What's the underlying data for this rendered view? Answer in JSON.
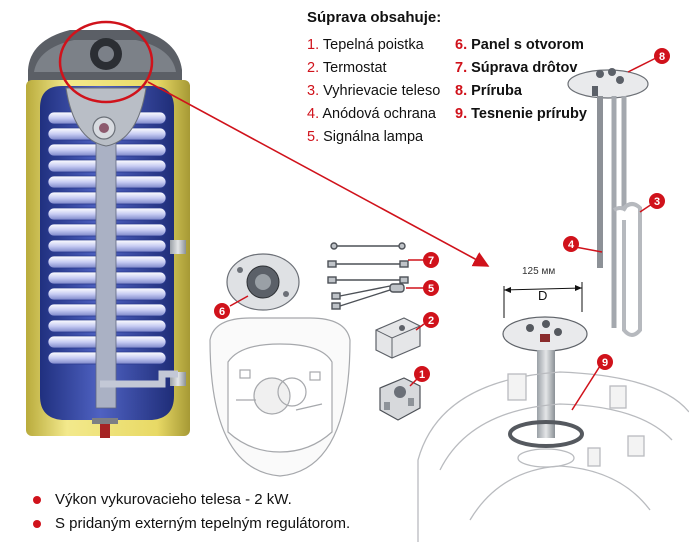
{
  "title": "Súprava obsahuje:",
  "parts_left": [
    {
      "num": "1.",
      "label": "Tepelná poistka"
    },
    {
      "num": "2.",
      "label": "Termostat"
    },
    {
      "num": "3.",
      "label": "Vyhrievacie teleso"
    },
    {
      "num": "4.",
      "label": "Anódová ochrana"
    },
    {
      "num": "5.",
      "label": "Signálna lampa"
    }
  ],
  "parts_right": [
    {
      "num": "6.",
      "label": "Panel s otvorom"
    },
    {
      "num": "7.",
      "label": "Súprava drôtov"
    },
    {
      "num": "8.",
      "label": "Príruba"
    },
    {
      "num": "9.",
      "label": "Tesnenie príruby"
    }
  ],
  "callouts": [
    "1",
    "2",
    "3",
    "4",
    "5",
    "6",
    "7",
    "8",
    "9"
  ],
  "dimension": {
    "value": "125 мм",
    "symbol": "D"
  },
  "notes": [
    "Výkon vykurovacieho telesa - 2 kW.",
    "S pridaným externým tepelným regulátorom."
  ],
  "colors": {
    "accent": "#d0121b",
    "tank_blue": "#3d4fae",
    "tank_yellow": "#efe27a",
    "coil_light": "#c9cff0"
  }
}
